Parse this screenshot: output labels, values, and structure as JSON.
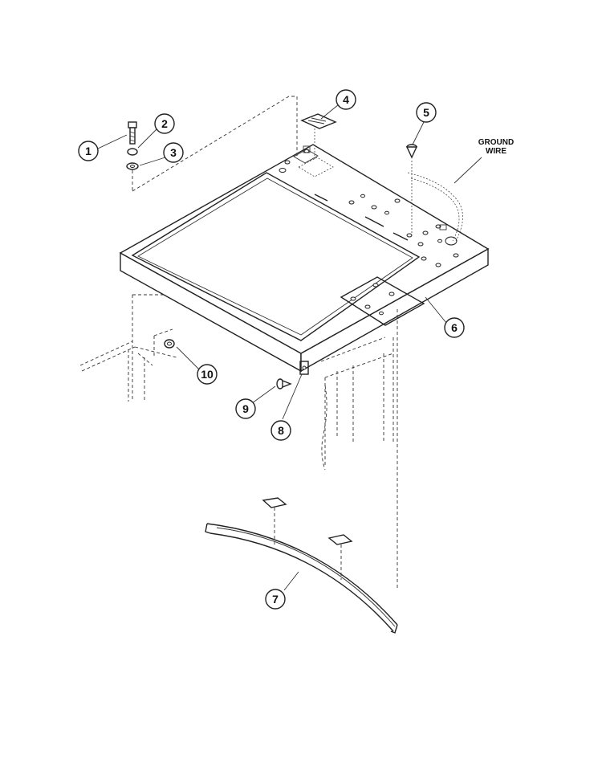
{
  "callouts": [
    {
      "id": "1",
      "label": "1"
    },
    {
      "id": "2",
      "label": "2"
    },
    {
      "id": "3",
      "label": "3"
    },
    {
      "id": "4",
      "label": "4"
    },
    {
      "id": "5",
      "label": "5"
    },
    {
      "id": "6",
      "label": "6"
    },
    {
      "id": "7",
      "label": "7"
    },
    {
      "id": "8",
      "label": "8"
    },
    {
      "id": "9",
      "label": "9"
    },
    {
      "id": "10",
      "label": "10"
    }
  ],
  "notes": {
    "ground_wire_line1": "GROUND",
    "ground_wire_line2": "WIRE"
  },
  "colors": {
    "ink": "#222222",
    "paper": "#ffffff"
  }
}
